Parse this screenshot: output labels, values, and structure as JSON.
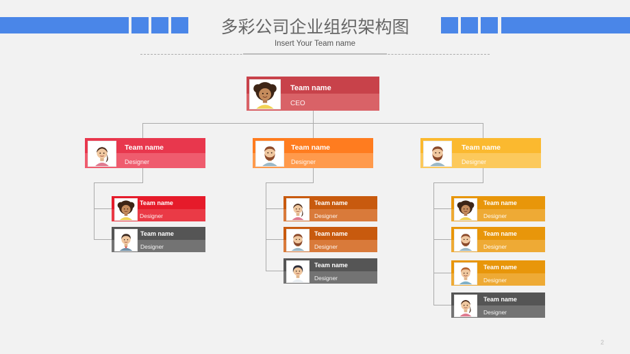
{
  "header": {
    "title": "多彩公司企业组织架构图",
    "subtitle": "Insert Your Team name"
  },
  "colors": {
    "accent": "#4a86e8",
    "red": "#e8374d",
    "orange": "#ff7c1f",
    "yellow": "#fbb92f",
    "ceo": "#c8424a",
    "gray": "#555555"
  },
  "org": {
    "ceo": {
      "name": "Team name",
      "role": "CEO",
      "avatar": "curly-woman-avatar"
    },
    "managers": [
      {
        "name": "Team name",
        "role": "Designer",
        "avatar": "woman-avatar"
      },
      {
        "name": "Team name",
        "role": "Designer",
        "avatar": "bearded-man-avatar"
      },
      {
        "name": "Team name",
        "role": "Designer",
        "avatar": "bearded-man-avatar"
      }
    ],
    "teams": [
      [
        {
          "name": "Team name",
          "role": "Designer",
          "avatar": "curly-woman-avatar"
        },
        {
          "name": "Team name",
          "role": "Designer",
          "avatar": "man-avatar"
        }
      ],
      [
        {
          "name": "Team name",
          "role": "Designer",
          "avatar": "woman-avatar"
        },
        {
          "name": "Team name",
          "role": "Designer",
          "avatar": "bearded-man-avatar"
        },
        {
          "name": "Team name",
          "role": "Designer",
          "avatar": "woman-avatar"
        }
      ],
      [
        {
          "name": "Team name",
          "role": "Designer",
          "avatar": "curly-woman-avatar"
        },
        {
          "name": "Team name",
          "role": "Designer",
          "avatar": "bearded-man-avatar"
        },
        {
          "name": "Team name",
          "role": "Designer",
          "avatar": "man-avatar"
        },
        {
          "name": "Team name",
          "role": "Designer",
          "avatar": "woman-avatar"
        }
      ]
    ]
  },
  "footer": {
    "page_number": "2"
  }
}
